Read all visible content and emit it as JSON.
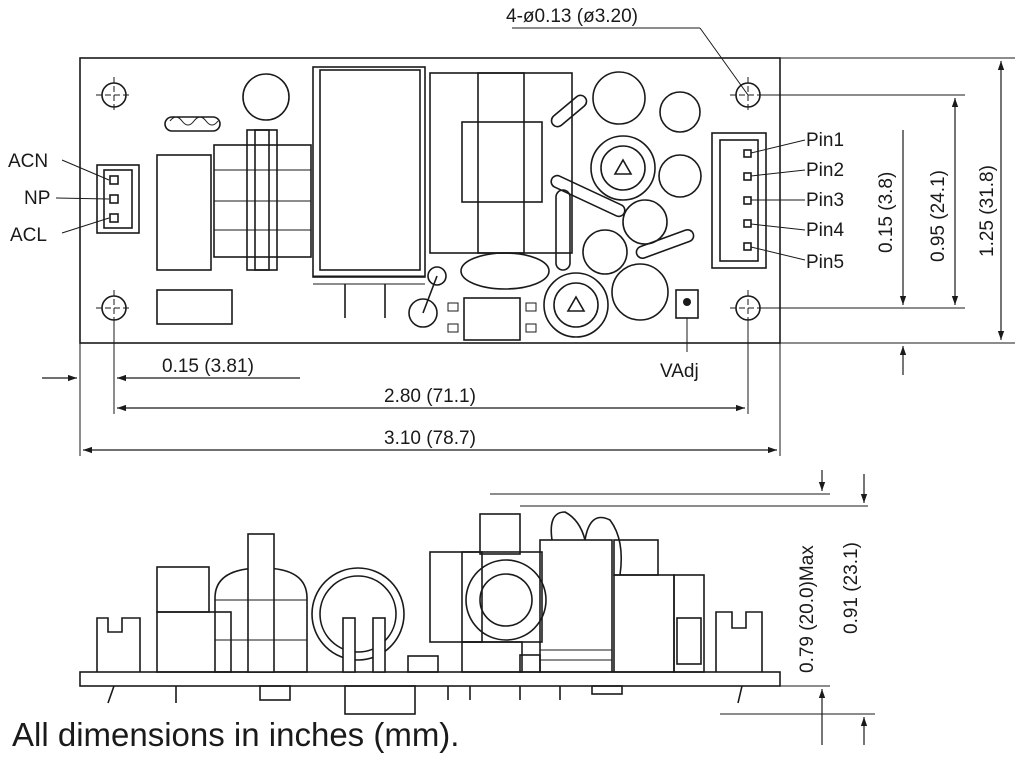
{
  "top_view": {
    "hole_callout": "4-ø0.13 (ø3.20)",
    "input_labels": [
      "ACN",
      "NP",
      "ACL"
    ],
    "output_pins": [
      "Pin1",
      "Pin2",
      "Pin3",
      "Pin4",
      "Pin5"
    ],
    "vadj_label": "VAdj",
    "dim_hole_offset_x": "0.15 (3.81)",
    "dim_hole_pitch_x": "2.80 (71.1)",
    "dim_board_length": "3.10 (78.7)",
    "dim_hole_offset_y": "0.15 (3.8)",
    "dim_hole_pitch_y": "0.95 (24.1)",
    "dim_board_width": "1.25 (31.8)"
  },
  "side_view": {
    "dim_component_height": "0.79 (20.0)Max",
    "dim_total_height": "0.91 (23.1)"
  },
  "footnote": "All dimensions in inches (mm)."
}
